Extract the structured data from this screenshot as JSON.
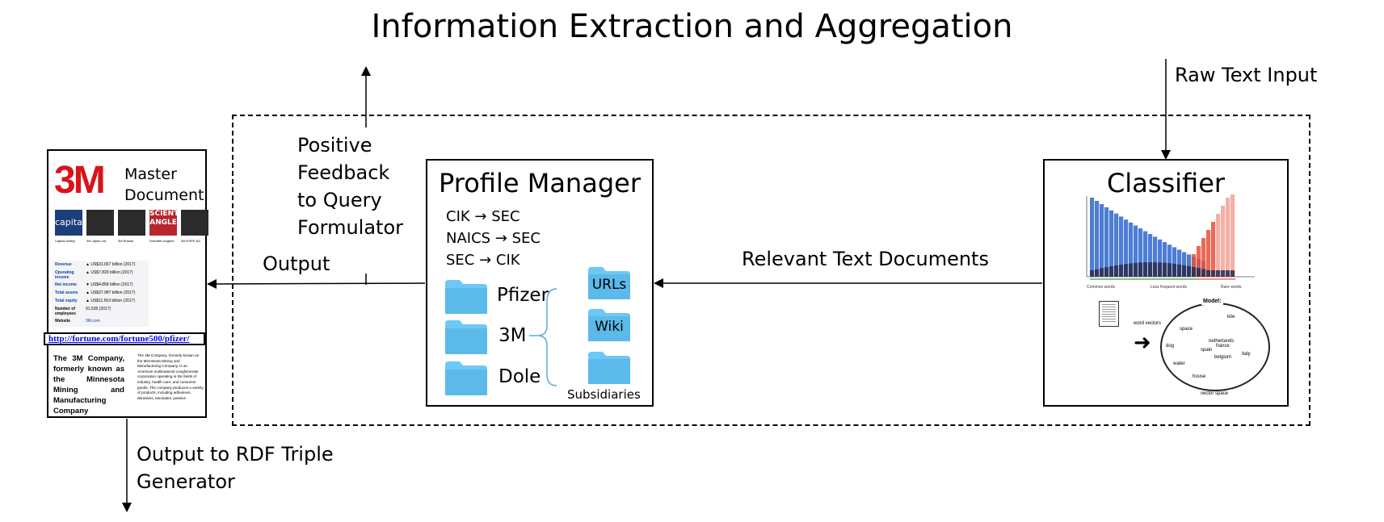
{
  "title": "Information Extraction and Aggregation",
  "labels": {
    "raw_text_input": "Raw Text Input",
    "relevant_text_documents": "Relevant Text Documents",
    "output": "Output",
    "positive_feedback": [
      "Positive",
      "Feedback",
      "to Query",
      "Formulator"
    ],
    "output_rdf": [
      "Output to RDF Triple",
      "Generator"
    ]
  },
  "profile_manager": {
    "title": "Profile Manager",
    "mappings": [
      "CIK → SEC",
      "NAICS → SEC",
      "SEC → CIK"
    ],
    "profiles": [
      "Pfizer",
      "3M",
      "Dole"
    ],
    "sub_folders": [
      "URLs",
      "Wiki",
      ""
    ],
    "subsidiaries_label": "Subsidiaries",
    "folder_color": "#6ec8f5"
  },
  "classifier": {
    "title": "Classifier",
    "histogram_colors": {
      "blue": "#3a6fd0",
      "red": "#e8503a",
      "dark": "#2a2a50"
    },
    "histogram_labels": [
      "Common words",
      "Less frequent words",
      "Rare words"
    ],
    "model_label": "Model:",
    "model_words": [
      "kite",
      "space",
      "netherlands",
      "france",
      "dog",
      "spain",
      "italy",
      "belgium",
      "water",
      "house"
    ],
    "word_vectors_label": "word vectors",
    "vector_space_label": "vector space"
  },
  "master_document": {
    "logo": "3M",
    "logo_color": "#d7141a",
    "title_lines": [
      "Master",
      "Document"
    ],
    "thumbnails": [
      "Capital Safety",
      "3M Japan Ltd",
      "3M Russia",
      "Scientific Anglers",
      "3M ESPE AG"
    ],
    "thumb_text": [
      "capital",
      "",
      "",
      "SCIENT ANGLE",
      ""
    ],
    "infobox": [
      {
        "key": "Revenue",
        "value": "▲ US$31.657 billion (2017)"
      },
      {
        "key": "Operating income",
        "value": "▲ US$7.820 billion (2017)"
      },
      {
        "key": "Net income",
        "value": "▼ US$4.858 billion (2017)"
      },
      {
        "key": "Total assets",
        "value": "▲ US$37.987 billion (2017)"
      },
      {
        "key": "Total equity",
        "value": "▲ US$11.563 billion (2017)"
      },
      {
        "key": "Number of employees",
        "value": "91,536 (2017)"
      },
      {
        "key": "Website",
        "value": "3M.com"
      }
    ],
    "url": "http://fortune.com/fortune500/pfizer/",
    "summary_bold": "The 3M Company, formerly known as the Minnesota Mining and Manufacturing Company",
    "summary_small": "The 3M Company, formerly known as the Minnesota Mining and Manufacturing Company, is an American multinational conglomerate corporation operating in the fields of industry, health care, and consumer goods. The company produces a variety of products, including adhesives, abrasives, laminates, passive"
  }
}
